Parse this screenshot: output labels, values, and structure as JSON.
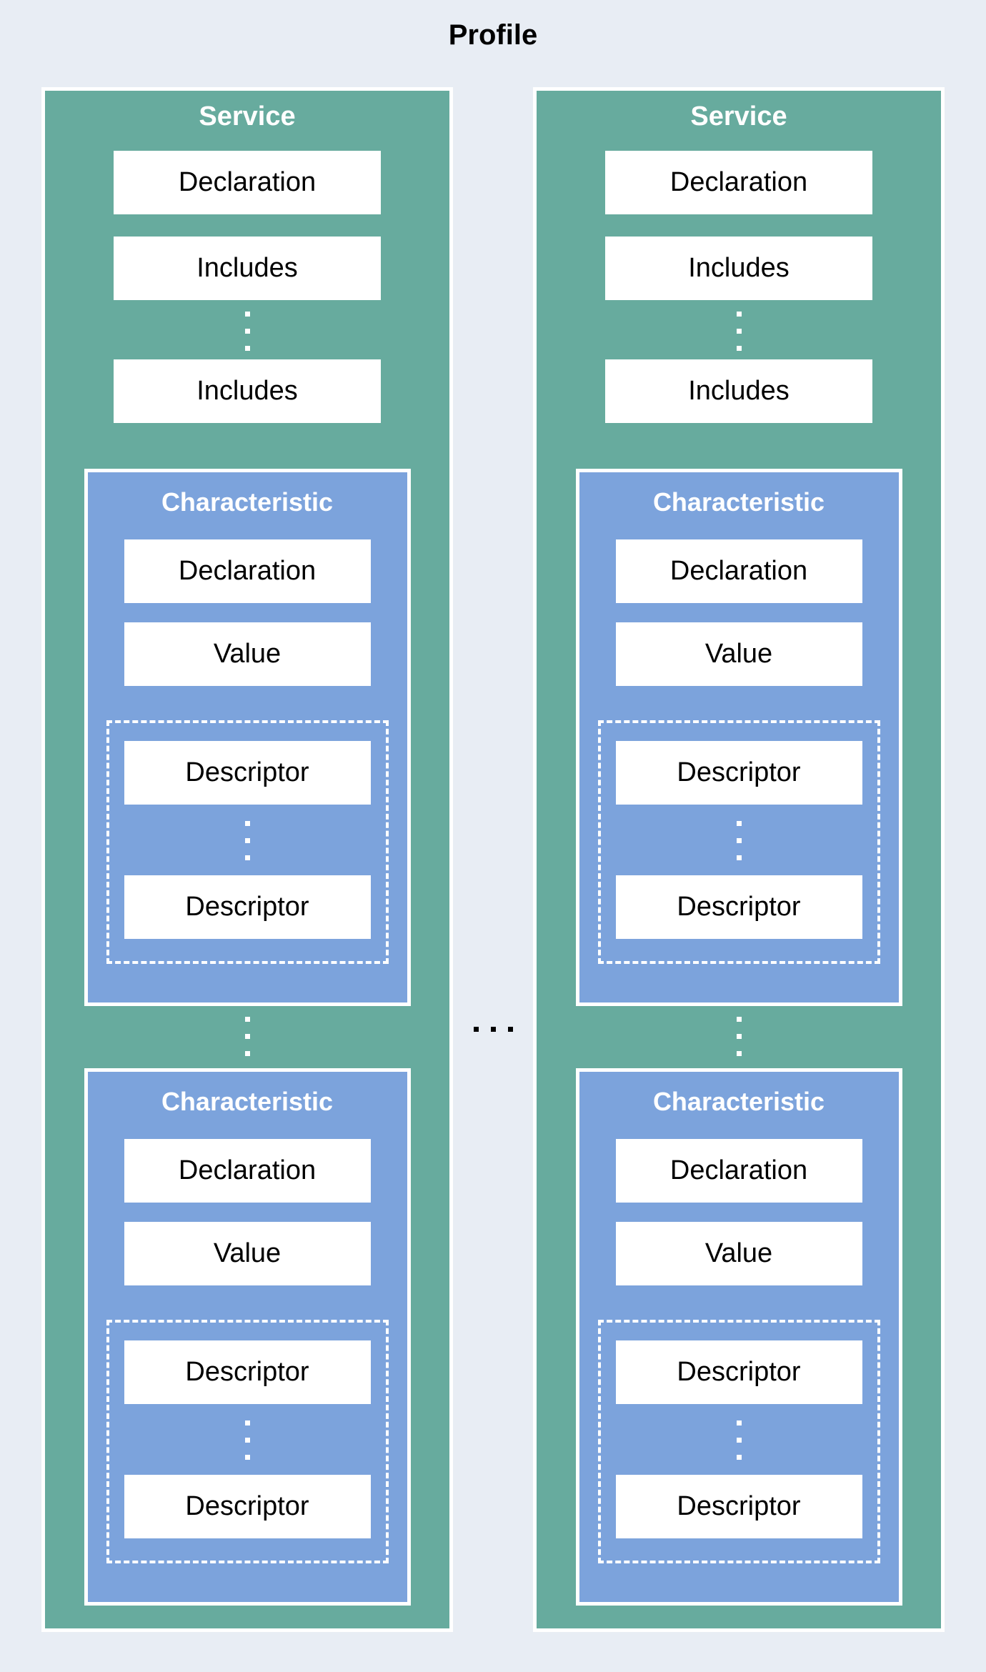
{
  "page": {
    "title": "Profile"
  },
  "colors": {
    "page_bg": "#E8EDF4",
    "service_fill": "#67AB9E",
    "characteristic_fill": "#7CA3DC",
    "item_box_fill": "#FFFFFF",
    "border_white": "#FFFFFF",
    "text_dark": "#000000",
    "text_light": "#FFFFFF",
    "ellipsis_dark": "#000000"
  },
  "icons": {
    "vertical_ellipsis": "⋮",
    "horizontal_ellipsis": "…"
  },
  "service": {
    "title": "Service",
    "declaration_label": "Declaration",
    "includes_labels": [
      "Includes",
      "Includes"
    ],
    "characteristic": {
      "title": "Characteristic",
      "declaration_label": "Declaration",
      "value_label": "Value",
      "descriptor_labels": [
        "Descriptor",
        "Descriptor"
      ]
    }
  }
}
